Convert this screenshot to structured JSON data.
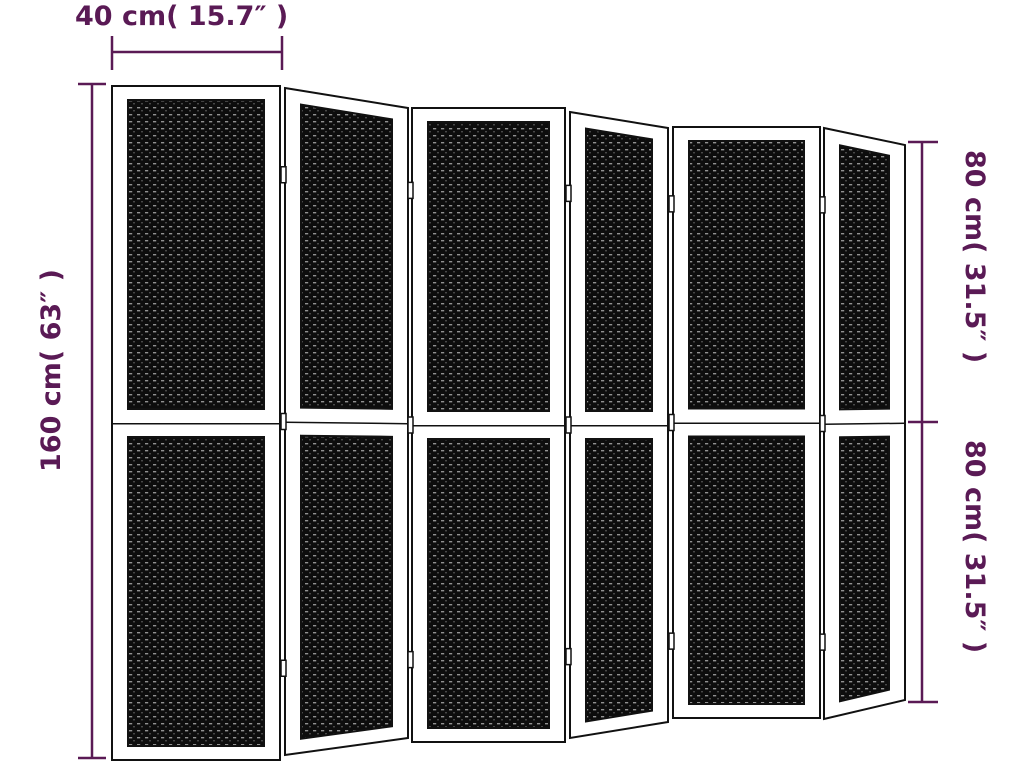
{
  "dimensions": {
    "width": "40 cm( 15.7″ )",
    "height": "160 cm( 63″ )",
    "upper_section": "80 cm( 31.5″ )",
    "lower_section": "80 cm( 31.5″ )"
  },
  "colors": {
    "dimension": "#5a1a55",
    "frame_stroke": "#111111",
    "weave_fill": "#0d0d0d",
    "weave_highlight": "#ffffff"
  },
  "screen": {
    "panel_count": 6
  }
}
